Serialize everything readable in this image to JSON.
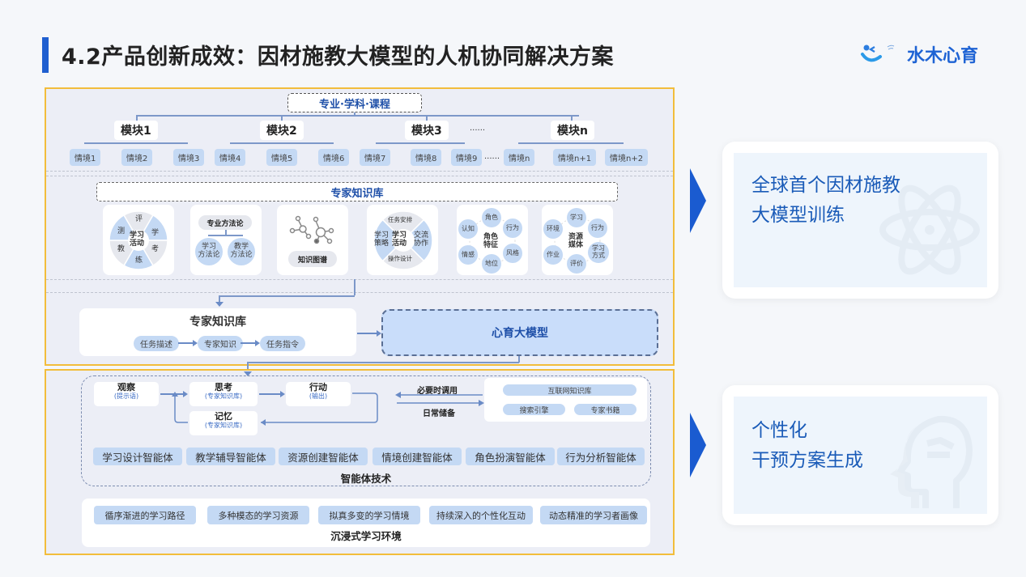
{
  "header": {
    "title": "4.2产品创新成效：因材施教大模型的人机协同解决方案",
    "logo_text": "水木心育"
  },
  "colors": {
    "accent": "#1f5fd0",
    "panel_border": "#f2bd3b",
    "chip_blue": "#c4d9f4",
    "title_blue": "#1e4fa8"
  },
  "tree": {
    "root": "专业·学科·课程",
    "modules": [
      {
        "label": "模块1",
        "scenes": [
          "情境1",
          "情境2",
          "情境3"
        ]
      },
      {
        "label": "模块2",
        "scenes": [
          "情境4",
          "情境5",
          "情境6"
        ]
      },
      {
        "label": "模块3",
        "scenes": [
          "情境7",
          "情境8",
          "情境9"
        ]
      },
      {
        "label": "模块n",
        "scenes": [
          "情境n",
          "情境n+1",
          "情境n+2"
        ]
      }
    ],
    "ellipsis": "......"
  },
  "expert_kb": {
    "title": "专家知识库",
    "card1": {
      "center": "学习\n活动",
      "segments": [
        "评",
        "学",
        "考",
        "练",
        "教",
        "测"
      ]
    },
    "card2": {
      "top": "专业方法论",
      "left": "学习\n方法论",
      "right": "教学\n方法论"
    },
    "card3": {
      "label": "知识图谱"
    },
    "card4": {
      "center": "学习\n活动",
      "top": "任务安排",
      "right": "交流\n协作",
      "bottom": "操作设计",
      "left": "学习\n策略"
    },
    "card5": {
      "center": "角色\n特征",
      "nodes": [
        "角色",
        "行为",
        "风格",
        "地位",
        "情感",
        "认知"
      ]
    },
    "card6": {
      "center": "资源\n媒体",
      "nodes": [
        "学习",
        "行为",
        "学习\n方式",
        "评价",
        "作业",
        "环境"
      ]
    }
  },
  "pipeline": {
    "kb_title": "专家知识库",
    "steps": [
      "任务描述",
      "专家知识",
      "任务指令"
    ],
    "model": "心育大模型"
  },
  "agent_loop": {
    "observe": {
      "main": "观察",
      "sub": "(提示语)"
    },
    "think": {
      "main": "思考",
      "sub": "(专家知识库)"
    },
    "act": {
      "main": "行动",
      "sub": "(输出)"
    },
    "memory": {
      "main": "记忆",
      "sub": "(专家知识库)"
    },
    "call_label": "必要时调用",
    "store_label": "日常储备",
    "sources": [
      "互联网知识库",
      "搜索引擎",
      "专家书籍"
    ]
  },
  "agents": {
    "items": [
      "学习设计智能体",
      "教学辅导智能体",
      "资源创建智能体",
      "情境创建智能体",
      "角色扮演智能体",
      "行为分析智能体"
    ],
    "label": "智能体技术"
  },
  "environment": {
    "items": [
      "循序渐进的学习路径",
      "多种模态的学习资源",
      "拟真多变的学习情境",
      "持续深入的个性化互动",
      "动态精准的学习者画像"
    ],
    "label": "沉浸式学习环境"
  },
  "outcomes": [
    {
      "line1": "全球首个因材施教",
      "line2": "大模型训练",
      "icon": "atom-icon"
    },
    {
      "line1": "个性化",
      "line2": "干预方案生成",
      "icon": "head-icon"
    }
  ]
}
